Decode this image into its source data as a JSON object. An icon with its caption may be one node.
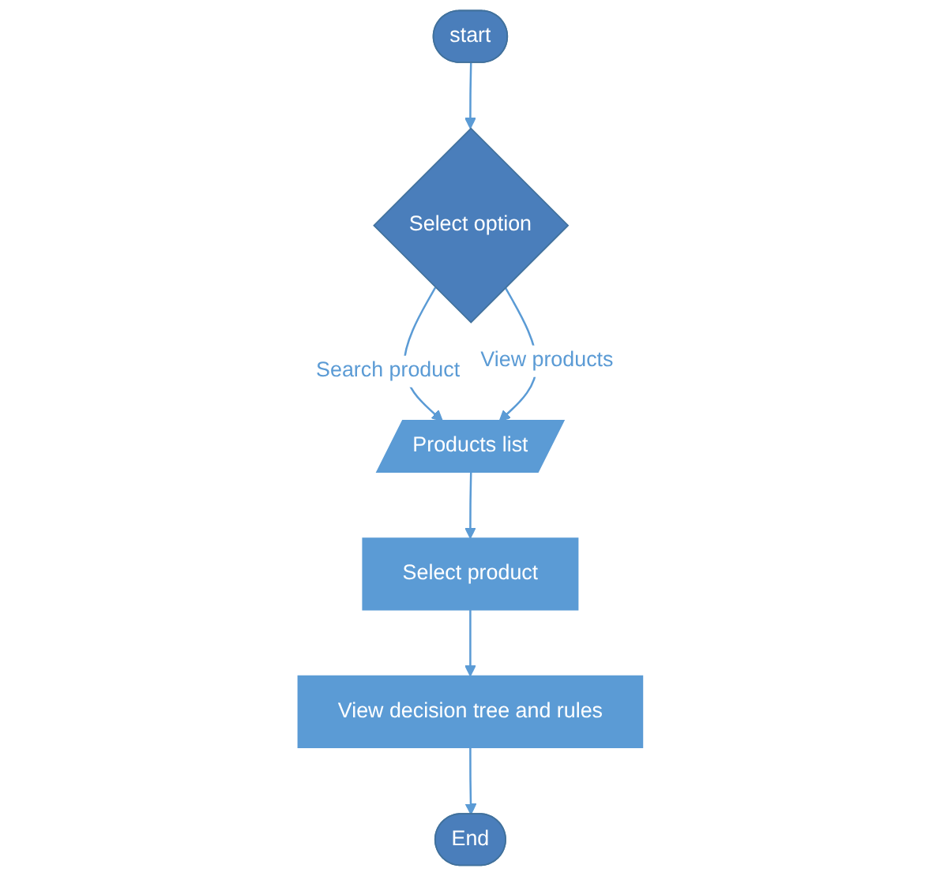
{
  "diagram": {
    "nodes": [
      {
        "text": [
          "start"
        ]
      },
      {
        "text": [
          "Select option"
        ]
      },
      {
        "text": [
          "Products list"
        ]
      },
      {
        "text": [
          "Select product"
        ]
      },
      {
        "text": [
          "View decision tree and rules"
        ]
      },
      {
        "text": [
          "End"
        ]
      }
    ],
    "edges": [
      {
        "from": 0,
        "to": 1,
        "arrow": "to"
      },
      {
        "from": 1,
        "to": 2,
        "label": "Search product",
        "arrow": "to"
      },
      {
        "from": 1,
        "to": 2,
        "label": "View products",
        "arrow": "to"
      },
      {
        "from": 2,
        "to": 3,
        "arrow": "to"
      },
      {
        "from": 3,
        "to": 4,
        "arrow": "to"
      },
      {
        "from": 4,
        "to": 5,
        "arrow": "to"
      }
    ]
  }
}
